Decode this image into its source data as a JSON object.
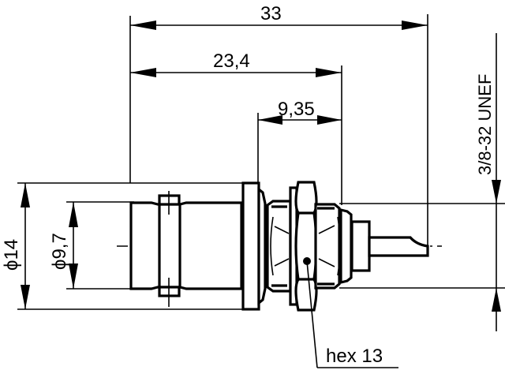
{
  "drawing": {
    "subject": "BNC bulkhead jack connector, side view",
    "dimensions": {
      "overall_length": "33",
      "body_length": "23,4",
      "thread_length": "9,35",
      "flange_diameter": "ϕ14",
      "body_diameter": "ϕ9,7",
      "thread_spec": "3/8-32 UNEF",
      "nut_label": "hex 13"
    }
  }
}
